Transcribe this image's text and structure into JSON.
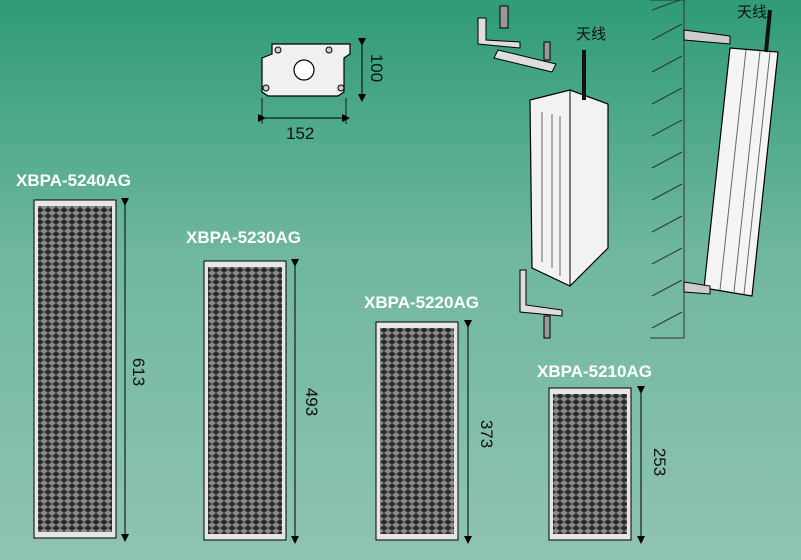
{
  "speakers": [
    {
      "model": "XBPA-5240AG",
      "height": "613"
    },
    {
      "model": "XBPA-5230AG",
      "height": "493"
    },
    {
      "model": "XBPA-5220AG",
      "height": "373"
    },
    {
      "model": "XBPA-5210AG",
      "height": "253"
    }
  ],
  "bracket": {
    "width": "152",
    "depth": "100"
  },
  "antenna_label_1": "天线",
  "antenna_label_2": "天线"
}
